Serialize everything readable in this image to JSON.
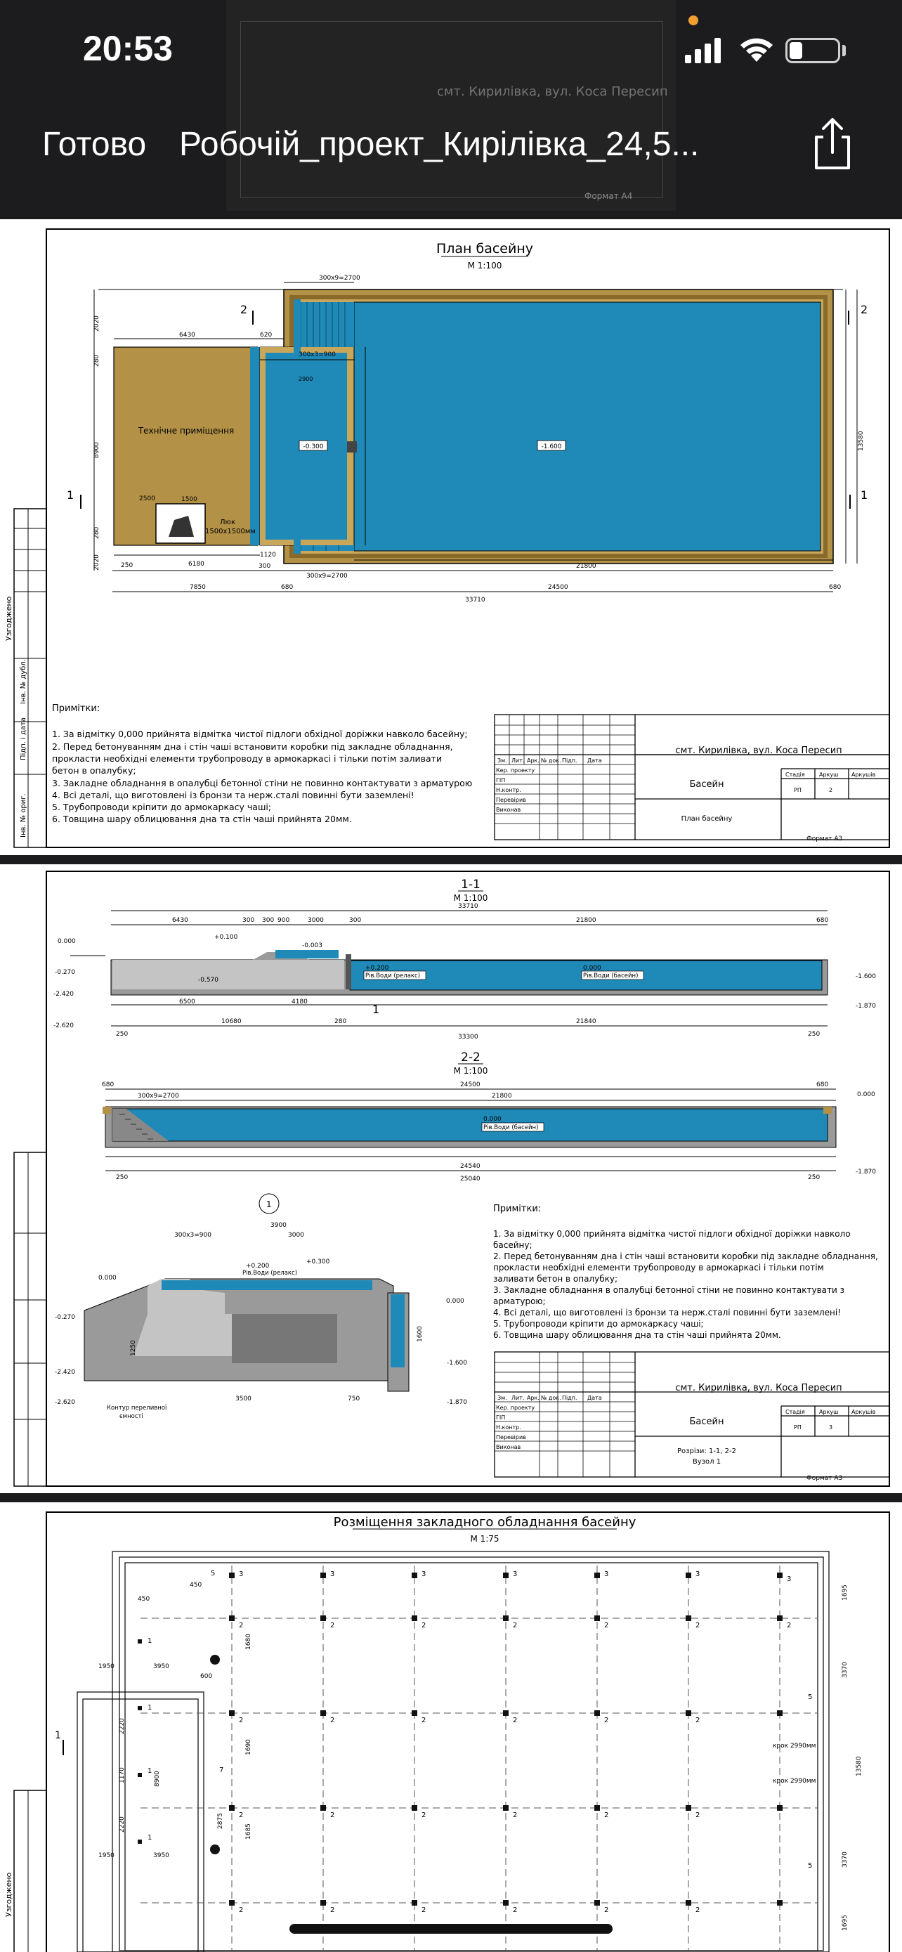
{
  "status_bar": {
    "time": "20:53"
  },
  "nav": {
    "done_label": "Готово",
    "document_title": "Робочій_проект_Кирілівка_24,5..."
  },
  "peek": {
    "address": "смт. Кирилівка, вул. Коса Пересип",
    "format": "Формат    А4"
  },
  "sheet1": {
    "title": "План басейну",
    "scale": "М 1:100",
    "room_label": "Технічне приміщення",
    "hatch_label": "Люк\n1500х1500мм",
    "level_shallow": "-0.300",
    "level_deep": "-1.600",
    "dims": {
      "steps": "300х9=2700",
      "d6430": "6430",
      "d620": "620",
      "d2900": "2900",
      "steps2": "300х3=900",
      "d7850": "7850",
      "d680a": "680",
      "d24500": "24500",
      "d680b": "680",
      "d33710": "33710",
      "d21800": "21800",
      "steps3": "300х9=2700",
      "d6180": "6180",
      "d1120": "1120",
      "d250": "250",
      "d300": "300",
      "d2500": "2500",
      "d1500": "1500",
      "d13580": "13580",
      "d8900": "8900",
      "d2020a": "2020",
      "d2020b": "2020",
      "d280a": "280",
      "d280b": "280"
    },
    "notes_header": "Примітки:",
    "notes": [
      "1. За відмітку 0,000 прийнята відмітка чистої підлоги обхідної доріжки навколо басейну;",
      "2. Перед бетонуванням дна і стін чаші встановити коробки під закладне обладнання,",
      "    прокласти необхідні елементи трубопроводу в армокаркасі  і тільки потім заливати",
      "    бетон в опалубку;",
      "3. Закладне обладнання в опалубці бетонної стіни не повинно контактувати з арматурою",
      "4. Всі деталі, що виготовлені із бронзи та нерж.сталі повинні бути заземлені!",
      "5. Трубопроводи кріпити до армокаркасу чаші;",
      "6. Товщина шару облицювання дна та стін чаші прийнята 20мм."
    ],
    "stamp": {
      "address": "смт. Кирилівка, вул. Коса Пересип",
      "object": "Басейн",
      "sheet_name": "План басейну",
      "stage": "РП",
      "sheet_no": "2",
      "col_stage": "Стадія",
      "col_sheet": "Аркуш",
      "col_sheets": "Аркушів",
      "rows": [
        "Зм.",
        "Лит.",
        "Арк.",
        "№ док.",
        "Підп.",
        "Дата"
      ],
      "roles": [
        "Кер. проекту",
        "ГІП",
        "Н.контр.",
        "Перевірив",
        "Виконав"
      ]
    },
    "format": "Формат    А3",
    "side_labels": [
      "Узгоджено",
      "Інв. № дубл.",
      "Підп. і дата",
      "Інв. № ориг."
    ]
  },
  "sheet2": {
    "section1_title": "1-1",
    "section1_scale": "М 1:100",
    "section2_title": "2-2",
    "section2_scale": "М 1:100",
    "node_label": "1",
    "water_relax": "Рів.Води (релакс)",
    "water_pool": "Рів.Води (басейн)",
    "levels": {
      "l0": "0.000",
      "lm270": "-0.270",
      "lm2420": "-2.420",
      "lm2620": "-2.620",
      "lm1600": "-1.600",
      "lm1870": "-1.870",
      "lp200": "+0.200",
      "lp100": "+0.100",
      "lm003": "-0.003",
      "lm570": "-0.570",
      "lp300": "+0.300"
    },
    "dims": {
      "d33710": "33710",
      "d21800": "21800",
      "d6430": "6430",
      "d3000": "3000",
      "d300a": "300",
      "d300b": "300",
      "d300c": "300",
      "d900": "900",
      "d680": "680",
      "d6500": "6500",
      "d4180": "4180",
      "d10680": "10680",
      "d280": "280",
      "d21840": "21840",
      "d33300": "33300",
      "d250a": "250",
      "d250b": "250",
      "d24500": "24500",
      "d9steps": "300х9=2700",
      "d21800b": "21800",
      "d680b": "680",
      "d24540": "24540",
      "d25040": "25040",
      "d3900": "3900",
      "d3x900": "300х3=900",
      "d3000b": "3000",
      "d3500": "3500",
      "d750": "750",
      "d1600": "1600",
      "d1250": "1250"
    },
    "overflow_label": "Контур переливної\nємності",
    "notes_header": "Примітки:",
    "notes": [
      "1. За відмітку 0,000 прийнята відмітка чистої підлоги обхідної доріжки навколо",
      "басейну;",
      "2. Перед бетонуванням дна і стін чаші встановити коробки під закладне обладнання,",
      "    прокласти необхідні елементи трубопроводу в армокаркасі  і тільки потім",
      "    заливати бетон в опалубку;",
      "3. Закладне обладнання в опалубці бетонної стіни не повинно контактувати з",
      "арматурою;",
      "4. Всі деталі, що виготовлені із бронзи та нерж.сталі повинні бути заземлені!",
      "5. Трубопроводи кріпити до армокаркасу чаші;",
      "6. Товщина шару облицювання дна та стін чаші прийнята 20мм."
    ],
    "stamp": {
      "address": "смт. Кирилівка, вул. Коса Пересип",
      "object": "Басейн",
      "sheet_name": "Розрізи: 1-1, 2-2\nВузол 1",
      "stage": "РП",
      "sheet_no": "3"
    },
    "format": "Формат    А3"
  },
  "sheet3": {
    "title": "Розміщення закладного обладнання басейну",
    "scale": "М 1:75",
    "step_label": "крок 2990мм",
    "labels": {
      "n1": "1",
      "n2": "2",
      "n3": "3",
      "n5": "5",
      "n7": "7",
      "d1950": "1950",
      "d3950": "3950",
      "d450": "450",
      "d600": "600",
      "d1695": "1695",
      "d1680": "1680",
      "d1690": "1690",
      "d1685": "1685",
      "d3370": "3370",
      "d13580": "13580",
      "d8900": "8900",
      "d2875": "2875",
      "d2220": "2220",
      "d1170": "1170"
    }
  }
}
